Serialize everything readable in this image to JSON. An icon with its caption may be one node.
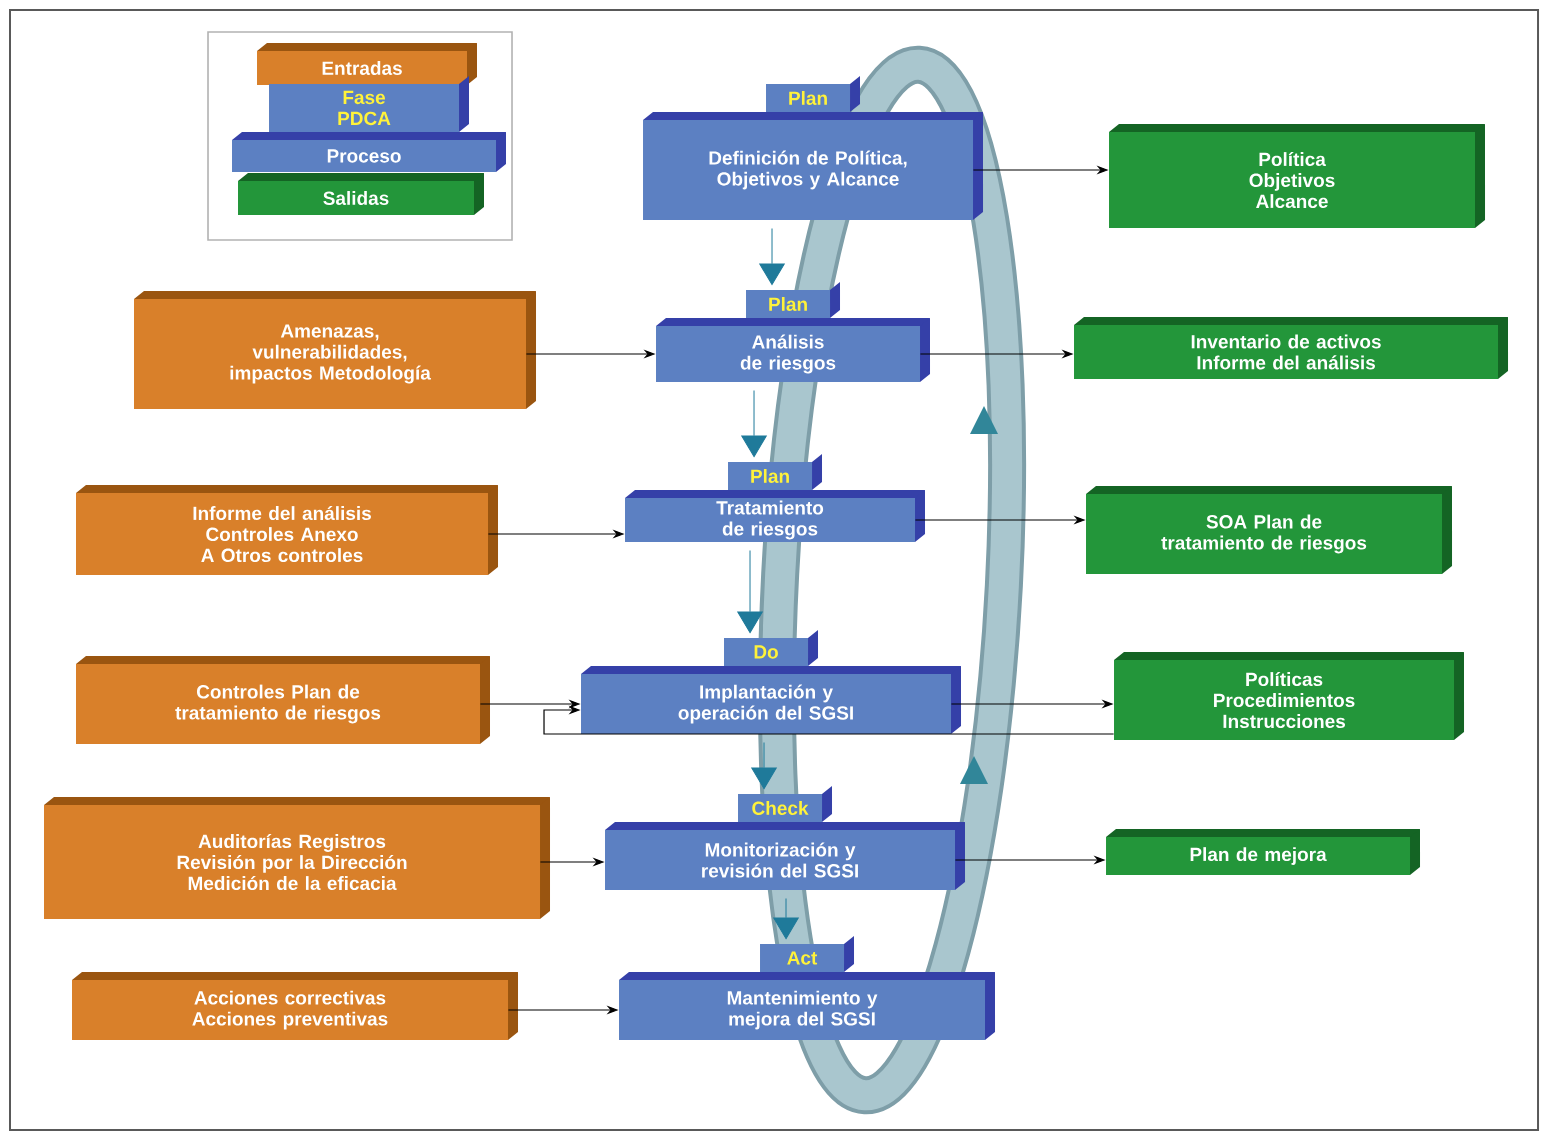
{
  "diagram": {
    "nodes": [
      {
        "text": [],
        "shape": "box"
      },
      {
        "text": [
          "Entradas"
        ],
        "in": 0
      },
      {
        "text": [
          "Fase PDCA",
          "Proceso"
        ],
        "in": 0
      },
      {
        "text": [
          "Salidas"
        ],
        "in": 0
      },
      {
        "text": [
          "Plan",
          "Definición de Política, Objetivos y Alcance"
        ]
      },
      {
        "text": [
          "Política Objetivos Alcance"
        ]
      },
      {
        "text": [
          "Amenazas, vulnerabilidades, impactos Metodología"
        ]
      },
      {
        "text": [
          "Plan",
          "Análisis de riesgos"
        ]
      },
      {
        "text": [
          "Inventario de activos Informe del análisis"
        ]
      },
      {
        "text": [
          "Informe del análisis Controles Anexo A Otros controles"
        ]
      },
      {
        "text": [
          "Plan",
          "Tratamiento de riesgos"
        ]
      },
      {
        "text": [
          "SOA Plan de tratamiento de riesgos"
        ]
      },
      {
        "text": [
          "Controles Plan de tratamiento de riesgos"
        ]
      },
      {
        "text": [
          "Do",
          "Implantación y operación del SGSI"
        ]
      },
      {
        "text": [
          "Políticas Procedimientos Instrucciones"
        ]
      },
      {
        "text": [
          "Auditorías Registros Revisión por la Dirección Medición de la eficacia"
        ]
      },
      {
        "text": [
          "Check",
          "Monitorización y revisión del SGSI"
        ]
      },
      {
        "text": [
          "Plan de mejora"
        ]
      },
      {
        "text": [
          "Acciones correctivas Acciones preventivas"
        ]
      },
      {
        "text": [
          "Act",
          "Mantenimiento y mejora del SGSI"
        ]
      }
    ],
    "edges": [
      {
        "from": 4,
        "to": 5,
        "arrow": "to"
      },
      {
        "from": 6,
        "to": 7,
        "arrow": "to"
      },
      {
        "from": 7,
        "to": 8,
        "arrow": "to"
      },
      {
        "from": 9,
        "to": 10,
        "arrow": "to"
      },
      {
        "from": 10,
        "to": 11,
        "arrow": "to"
      },
      {
        "from": 12,
        "to": 13,
        "arrow": "to"
      },
      {
        "from": 13,
        "to": 14,
        "arrow": "to"
      },
      {
        "from": 14,
        "to": 13,
        "arrow": "to"
      },
      {
        "from": 15,
        "to": 16,
        "arrow": "to"
      },
      {
        "from": 16,
        "to": 17,
        "arrow": "to"
      },
      {
        "from": 18,
        "to": 19,
        "arrow": "to"
      },
      {
        "from": 4,
        "to": 7,
        "arrow": "to",
        "color": "#1f7a9a"
      },
      {
        "from": 7,
        "to": 10,
        "arrow": "to",
        "color": "#1f7a9a"
      },
      {
        "from": 10,
        "to": 13,
        "arrow": "to",
        "color": "#1f7a9a"
      },
      {
        "from": 13,
        "to": 16,
        "arrow": "to",
        "color": "#1f7a9a"
      },
      {
        "from": 16,
        "to": 19,
        "arrow": "to",
        "color": "#1f7a9a"
      }
    ]
  }
}
